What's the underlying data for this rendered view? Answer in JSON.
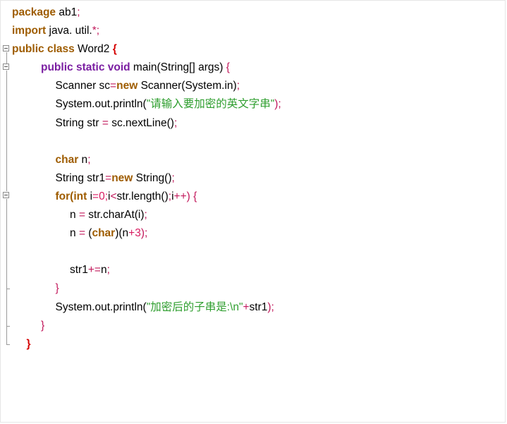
{
  "code_lines": [
    {
      "indent": 0,
      "tokens": [
        {
          "t": "package",
          "c": "kw"
        },
        {
          "t": " ab1"
        },
        {
          "t": ";",
          "c": "op"
        }
      ]
    },
    {
      "indent": 0,
      "tokens": [
        {
          "t": "import",
          "c": "kw"
        },
        {
          "t": " java. util."
        },
        {
          "t": "*;",
          "c": "op"
        }
      ]
    },
    {
      "indent": 0,
      "tokens": [
        {
          "t": "public class",
          "c": "kw"
        },
        {
          "t": " Word2 "
        },
        {
          "t": "{",
          "c": "brace"
        }
      ]
    },
    {
      "indent": 2,
      "tokens": [
        {
          "t": "public static void",
          "c": "kw2"
        },
        {
          "t": " main(String[] args) "
        },
        {
          "t": "{",
          "c": "op"
        }
      ]
    },
    {
      "indent": 3,
      "tokens": [
        {
          "t": "Scanner sc"
        },
        {
          "t": "=",
          "c": "op"
        },
        {
          "t": "new",
          "c": "kw"
        },
        {
          "t": " Scanner(System.in)"
        },
        {
          "t": ";",
          "c": "op"
        }
      ]
    },
    {
      "indent": 3,
      "tokens": [
        {
          "t": "System.out.println("
        },
        {
          "t": "\"请输入要加密的英文字串\"",
          "c": "str"
        },
        {
          "t": ");",
          "c": "op"
        }
      ]
    },
    {
      "indent": 3,
      "tokens": [
        {
          "t": "String str "
        },
        {
          "t": "=",
          "c": "op"
        },
        {
          "t": " sc.nextLine()"
        },
        {
          "t": ";",
          "c": "op"
        }
      ]
    },
    {
      "indent": 3,
      "tokens": []
    },
    {
      "indent": 3,
      "tokens": [
        {
          "t": "char",
          "c": "kw"
        },
        {
          "t": " n"
        },
        {
          "t": ";",
          "c": "op"
        }
      ]
    },
    {
      "indent": 3,
      "tokens": [
        {
          "t": "String str1"
        },
        {
          "t": "=",
          "c": "op"
        },
        {
          "t": "new",
          "c": "kw"
        },
        {
          "t": " String()"
        },
        {
          "t": ";",
          "c": "op"
        }
      ]
    },
    {
      "indent": 3,
      "tokens": [
        {
          "t": "for(int",
          "c": "kw"
        },
        {
          "t": " i"
        },
        {
          "t": "=0;",
          "c": "num"
        },
        {
          "t": "i"
        },
        {
          "t": "<",
          "c": "op"
        },
        {
          "t": "str.length()"
        },
        {
          "t": ";",
          "c": "op"
        },
        {
          "t": "i"
        },
        {
          "t": "++) {",
          "c": "op"
        }
      ]
    },
    {
      "indent": 4,
      "tokens": [
        {
          "t": "n "
        },
        {
          "t": "=",
          "c": "op"
        },
        {
          "t": " str.charAt(i)"
        },
        {
          "t": ";",
          "c": "op"
        }
      ]
    },
    {
      "indent": 4,
      "tokens": [
        {
          "t": "n "
        },
        {
          "t": "=",
          "c": "op"
        },
        {
          "t": " ("
        },
        {
          "t": "char",
          "c": "kw"
        },
        {
          "t": ")(n"
        },
        {
          "t": "+3",
          "c": "num"
        },
        {
          "t": ");",
          "c": "op"
        }
      ]
    },
    {
      "indent": 4,
      "tokens": []
    },
    {
      "indent": 4,
      "tokens": [
        {
          "t": "str1"
        },
        {
          "t": "+=",
          "c": "op"
        },
        {
          "t": "n"
        },
        {
          "t": ";",
          "c": "op"
        }
      ]
    },
    {
      "indent": 3,
      "tokens": [
        {
          "t": "}",
          "c": "op"
        }
      ]
    },
    {
      "indent": 3,
      "tokens": [
        {
          "t": "System.out.println("
        },
        {
          "t": "\"加密后的子串是:\\n\"",
          "c": "str"
        },
        {
          "t": "+",
          "c": "op"
        },
        {
          "t": "str1"
        },
        {
          "t": ");",
          "c": "op"
        }
      ]
    },
    {
      "indent": 2,
      "tokens": [
        {
          "t": "}",
          "c": "op"
        }
      ]
    },
    {
      "indent": 1,
      "tokens": [
        {
          "t": "}",
          "c": "brace"
        }
      ]
    }
  ]
}
